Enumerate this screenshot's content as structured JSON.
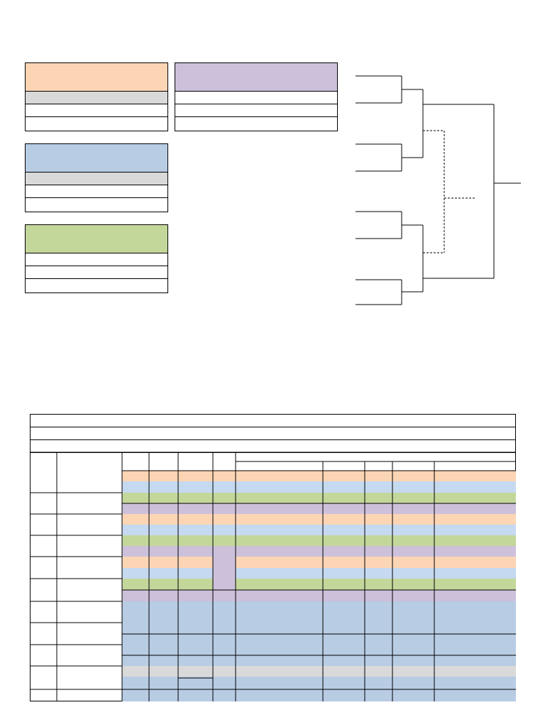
{
  "colors": {
    "group_a": "#fcd5b5",
    "group_b": "#ccc0da",
    "group_c": "#b8cce4",
    "group_d": "#c4d79b",
    "gray_row": "#d9d9d9",
    "light_blue": "#c5d9f1"
  },
  "groups": [
    {
      "id": "a",
      "title": "",
      "rows": [
        "",
        "",
        ""
      ]
    },
    {
      "id": "b",
      "title": "",
      "rows": [
        "",
        "",
        ""
      ]
    },
    {
      "id": "c",
      "title": "",
      "rows": [
        "",
        "",
        ""
      ]
    },
    {
      "id": "d",
      "title": "",
      "rows": [
        "",
        "",
        ""
      ]
    }
  ],
  "bracket": {
    "round1_slots": [
      "",
      "",
      "",
      "",
      "",
      "",
      "",
      ""
    ],
    "champion": ""
  },
  "schedule": {
    "banner_rows": [
      "",
      "",
      ""
    ],
    "headers": [
      "",
      "",
      "",
      "",
      "",
      "",
      "",
      "",
      "",
      ""
    ],
    "row_labels": [
      "",
      "",
      "",
      "",
      "",
      "",
      "",
      "",
      "",
      "",
      "",
      "",
      "",
      ""
    ]
  }
}
